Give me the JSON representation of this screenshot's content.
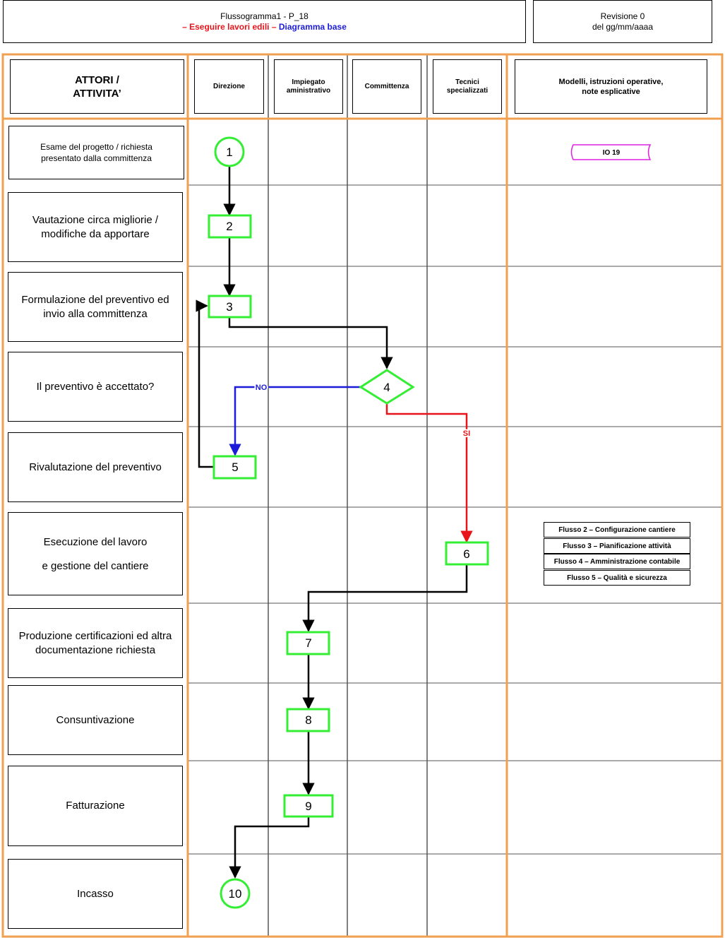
{
  "header": {
    "title_line1": "Flussogramma1 - P_18",
    "title_red": "– Eseguire lavori edili –",
    "title_blue": "Diagramma base",
    "revision_line1": "Revisione 0",
    "revision_line2": "del gg/mm/aaaa"
  },
  "columns": {
    "actors": "ATTORI /\nATTIVITA’",
    "direzione": "Direzione",
    "impiegato": "Impiegato\naministrativo",
    "committenza": "Committenza",
    "tecnici": "Tecnici\nspecializzati",
    "modelli": "Modelli, istruzioni operative,\nnote esplicative"
  },
  "activities": [
    "Esame del progetto / richiesta\npresentato dalla committenza",
    "Vautazione circa migliorie /\nmodifiche da apportare",
    "Formulazione del preventivo ed\ninvio alla committenza",
    "Il preventivo è accettato?",
    "Rivalutazione del preventivo",
    "Esecuzione del lavoro\n\ne gestione del cantiere",
    "Produzione certificazioni ed altra\ndocumentazione richiesta",
    "Consuntivazione",
    "Fatturazione",
    "Incasso"
  ],
  "nodes": {
    "n1": "1",
    "n2": "2",
    "n3": "3",
    "n4": "4",
    "n5": "5",
    "n6": "6",
    "n7": "7",
    "n8": "8",
    "n9": "9",
    "n10": "10"
  },
  "edge_labels": {
    "no": "NO",
    "si": "SI"
  },
  "documents": {
    "io": "IO 19",
    "flussi": [
      "Flusso 2 – Configurazione cantiere",
      "Flusso 3 – Pianificazione attività",
      "Flusso 4 – Amministrazione contabile",
      "Flusso 5 – Qualità e sicurezza"
    ]
  },
  "colors": {
    "lane_border": "#f0a050",
    "node_green": "#33ee33",
    "no_path": "#1c1cd8",
    "si_path": "#e8141b",
    "document_magenta": "#e020e0"
  }
}
